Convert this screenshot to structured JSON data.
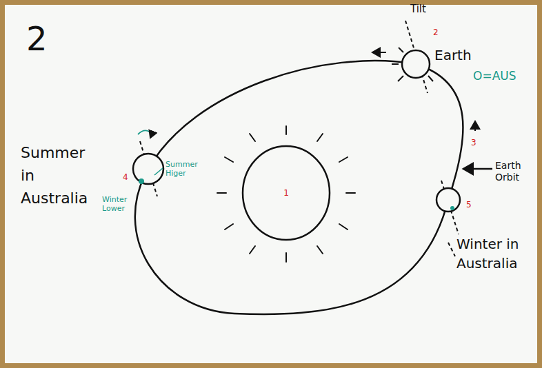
{
  "diagram": {
    "nodes": [
      {
        "text": [
          "1"
        ]
      }
    ],
    "labels": [
      "2",
      "Tilt",
      "2",
      "Earth",
      "O=AUS",
      "3",
      "Earth Orbit",
      "Summer in Australia",
      "4",
      "Summer Higer",
      "Winter Lower",
      "5",
      "Winter in Australia"
    ]
  }
}
